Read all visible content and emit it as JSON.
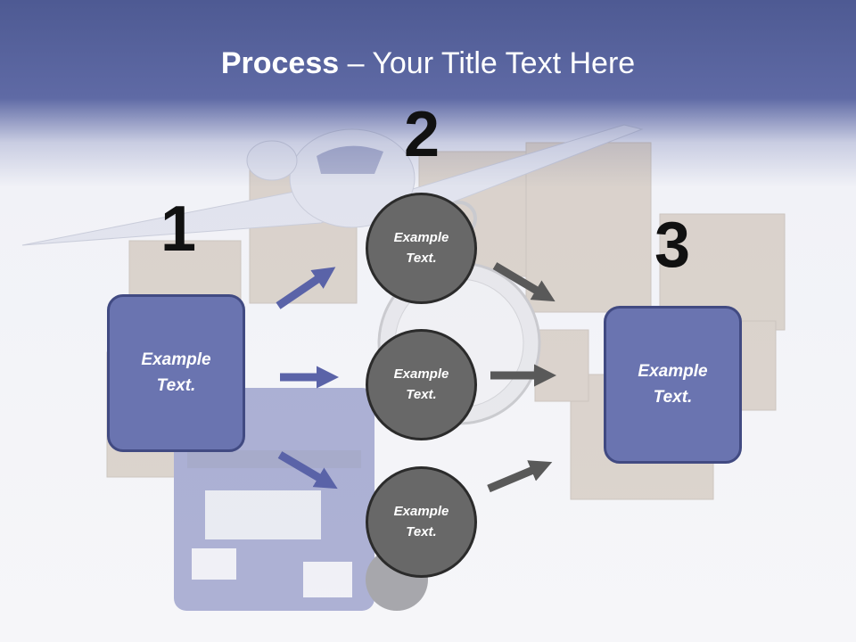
{
  "title": {
    "strong": "Process",
    "rest": " – Your Title Text Here"
  },
  "steps": {
    "one": "1",
    "two": "2",
    "three": "3"
  },
  "left_box": {
    "text": "Example\nText."
  },
  "right_box": {
    "text": "Example\nText."
  },
  "circles": [
    {
      "text": "Example\nText."
    },
    {
      "text": "Example\nText."
    },
    {
      "text": "Example\nText."
    }
  ],
  "colors": {
    "header": "#56619c",
    "box_fill": "#6a74b0",
    "box_border": "#414a82",
    "circle_fill": "#686868",
    "circle_border": "#2b2b2b",
    "arrow_blue": "#5a63a8",
    "arrow_gray": "#595959"
  },
  "background_image": "airplane, cardboard boxes, stopwatch and blue truck (logistics scene)"
}
